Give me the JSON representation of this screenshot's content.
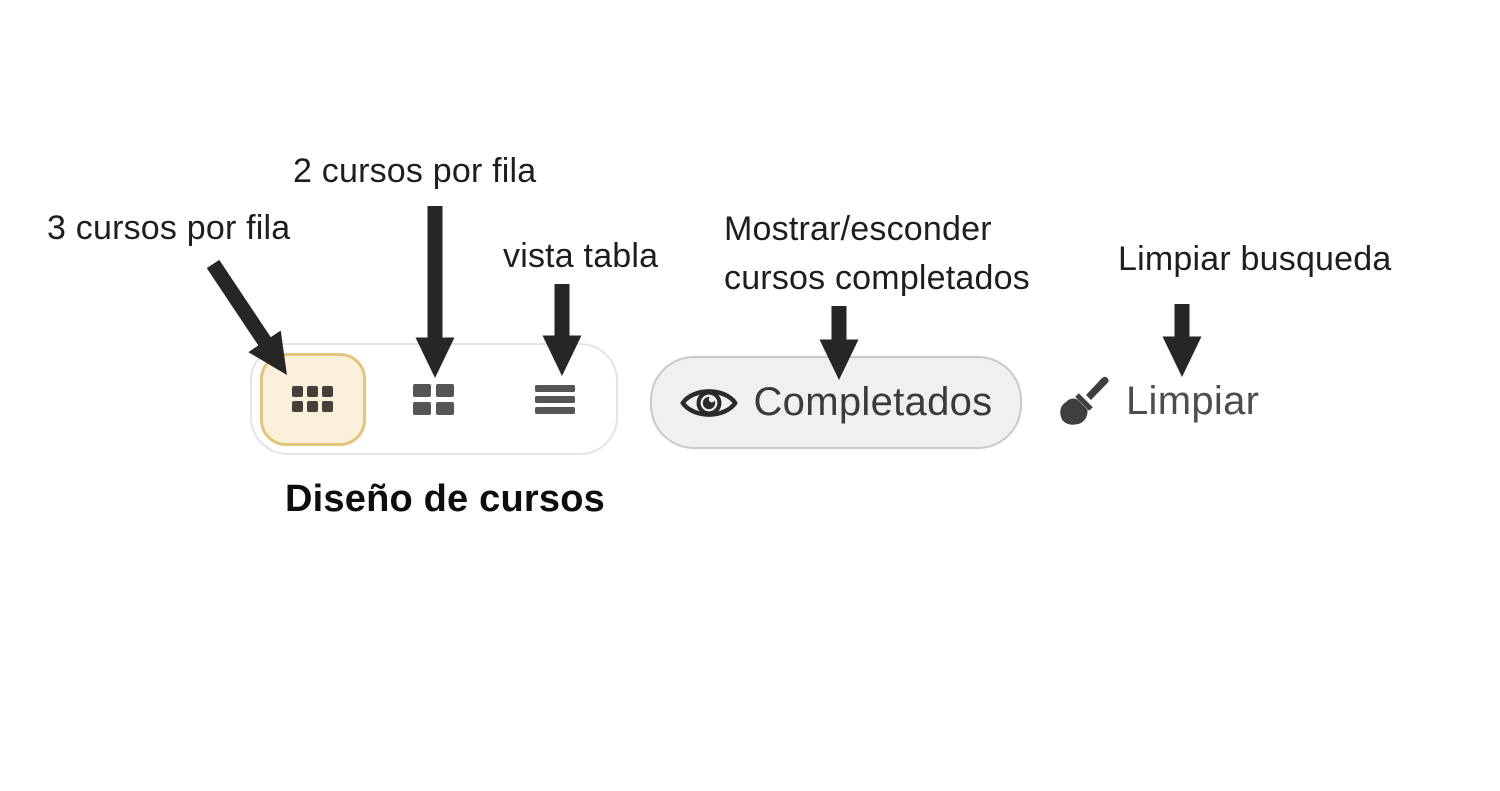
{
  "annotations": {
    "three_per_row": "3 cursos por fila",
    "two_per_row": "2 cursos por fila",
    "table_view": "vista tabla",
    "toggle_completed_line1": "Mostrar/esconder",
    "toggle_completed_line2": "cursos completados",
    "clear_search": "Limpiar busqueda",
    "caption": "Diseño de cursos"
  },
  "toolbar": {
    "completed_label": "Completados",
    "clear_label": "Limpiar"
  },
  "icons": {
    "selected_layout": "grid-3x2-icon",
    "two_per_row": "grid-2x2-icon",
    "table_view": "list-bars-icon",
    "completed": "eye-icon",
    "clear": "broom-icon"
  },
  "colors": {
    "selected_button_bg": "#faf0da",
    "selected_button_border": "#e2c47c",
    "dark_icon": "#45403a",
    "gray_icon": "#555555",
    "arrow": "#262626",
    "completed_button_bg": "#f0f0ee",
    "completed_button_border": "#c9c9c9",
    "completed_text": "#3a3a3a",
    "clear_text": "#4d4d4d",
    "annotation_text": "#1e1e1e"
  }
}
